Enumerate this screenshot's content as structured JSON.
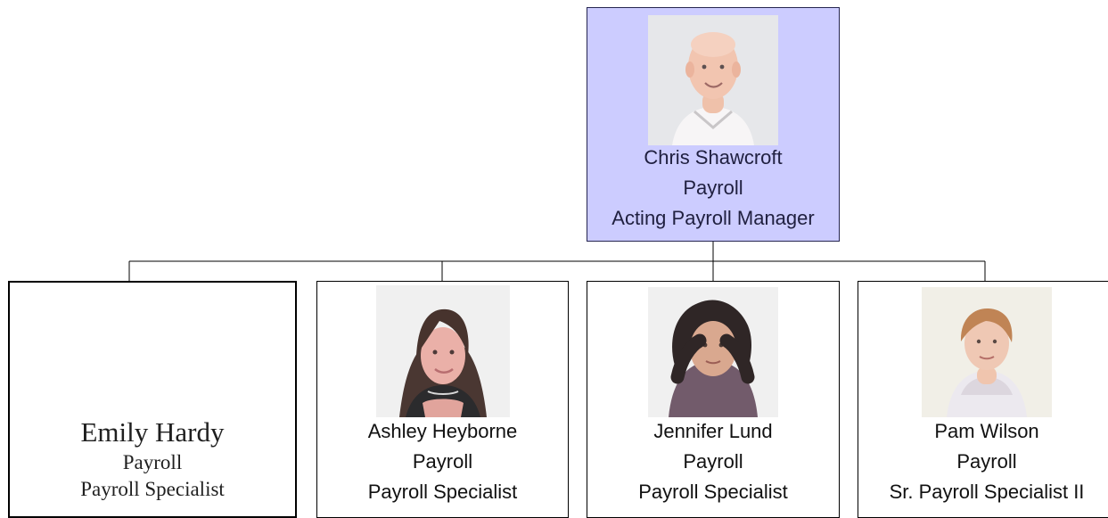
{
  "org_chart": {
    "manager": {
      "name": "Chris Shawcroft",
      "department": "Payroll",
      "title": "Acting Payroll Manager",
      "photo": "manager-photo"
    },
    "reports": [
      {
        "name": "Emily Hardy",
        "department": "Payroll",
        "title": "Payroll Specialist",
        "photo": null
      },
      {
        "name": "Ashley Heyborne",
        "department": "Payroll",
        "title": "Payroll Specialist",
        "photo": "ashley-photo"
      },
      {
        "name": "Jennifer Lund",
        "department": "Payroll",
        "title": "Payroll Specialist",
        "photo": "jennifer-photo"
      },
      {
        "name": "Pam Wilson",
        "department": "Payroll",
        "title": "Sr. Payroll Specialist II",
        "photo": "pam-photo"
      }
    ]
  },
  "colors": {
    "manager_box": "#ccccff",
    "box_border": "#000000",
    "connector": "#000000"
  }
}
